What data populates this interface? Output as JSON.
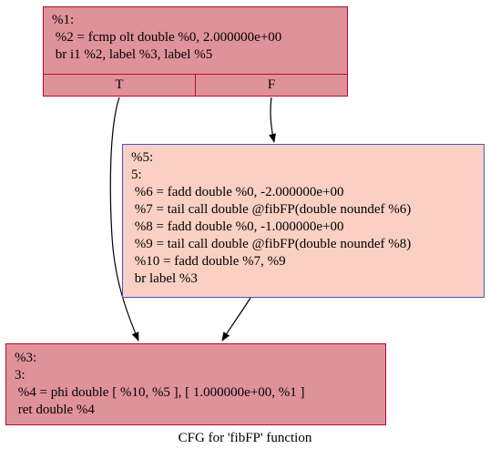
{
  "nodes": {
    "n1": {
      "lines": [
        "%1:",
        " %2 = fcmp olt double %0, 2.000000e+00",
        " br i1 %2, label %3, label %5"
      ],
      "ports": [
        "T",
        "F"
      ],
      "fill": "#e0929b",
      "border": "#b70d28"
    },
    "n5": {
      "lines": [
        "%5:",
        "5:",
        " %6 = fadd double %0, -2.000000e+00",
        " %7 = tail call double @fibFP(double noundef %6)",
        " %8 = fadd double %0, -1.000000e+00",
        " %9 = tail call double @fibFP(double noundef %8)",
        " %10 = fadd double %7, %9",
        " br label %3"
      ],
      "fill": "#f9d0c3",
      "border": "#4a55c3"
    },
    "n3": {
      "lines": [
        "%3:",
        "3:",
        " %4 = phi double [ %10, %5 ], [ 1.000000e+00, %1 ]",
        " ret double %4"
      ],
      "fill": "#e0929b",
      "border": "#b70d28"
    }
  },
  "edges": [
    {
      "from": "n1:T",
      "to": "n3"
    },
    {
      "from": "n1:F",
      "to": "n5"
    },
    {
      "from": "n5",
      "to": "n3"
    }
  ],
  "caption": "CFG for 'fibFP' function"
}
